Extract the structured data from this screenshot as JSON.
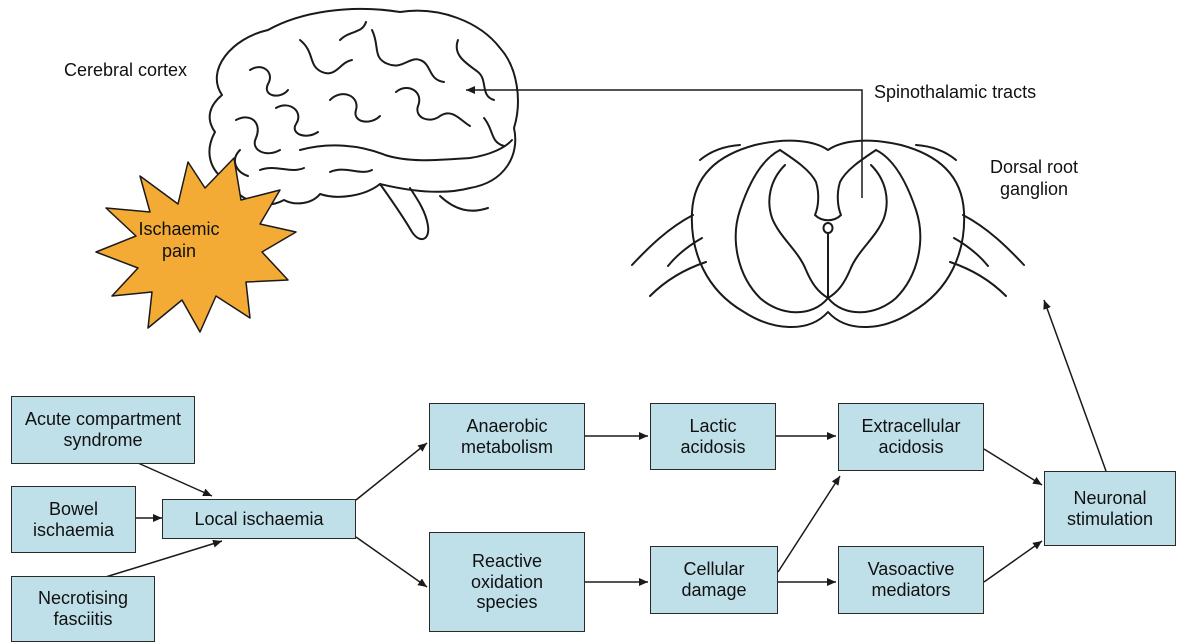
{
  "labels": {
    "cerebral_cortex": "Cerebral cortex",
    "spinothalamic_tracts": "Spinothalamic tracts",
    "dorsal_root_ganglion": "Dorsal root\nganglion",
    "ischaemic_pain": "Ischaemic\npain"
  },
  "boxes": {
    "acute_compartment": "Acute compartment\nsyndrome",
    "bowel_ischaemia": "Bowel\nischaemia",
    "necrotising_fasciitis": "Necrotising\nfasciitis",
    "local_ischaemia": "Local ischaemia",
    "anaerobic_metabolism": "Anaerobic\nmetabolism",
    "reactive_oxidation": "Reactive\noxidation\nspecies",
    "lactic_acidosis": "Lactic\nacidosis",
    "cellular_damage": "Cellular\ndamage",
    "extracellular_acidosis": "Extracellular\nacidosis",
    "vasoactive_mediators": "Vasoactive\nmediators",
    "neuronal_stimulation": "Neuronal\nstimulation"
  },
  "colors": {
    "box_fill": "#bfdfe9",
    "burst_fill": "#f4ab35",
    "line": "#1a1a1a"
  }
}
